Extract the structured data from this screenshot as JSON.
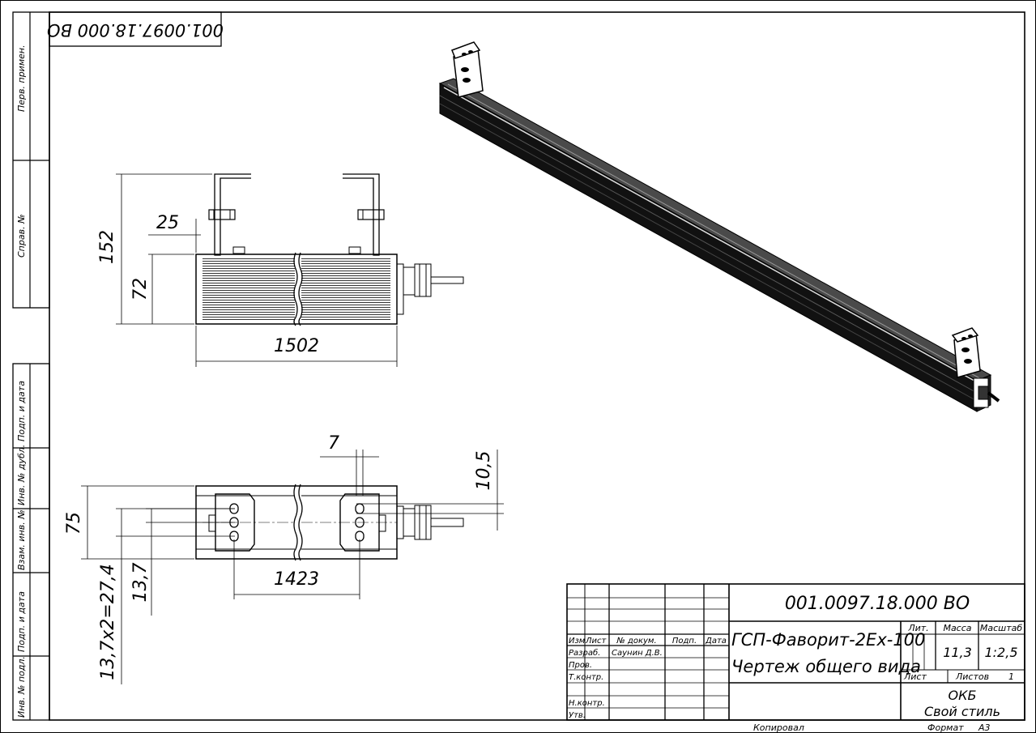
{
  "stamp_top": "001.0097.18.000 ВО",
  "side_labels": {
    "perv_primen": "Перв. примен.",
    "sprav_no": "Справ. №",
    "podp_i_data_1": "Подп. и дата",
    "inv_no_dubl": "Инв. № дубл.",
    "vzam_inv_no": "Взам. инв. №",
    "podp_i_data_2": "Подп. и дата",
    "inv_no_podl": "Инв. № подл."
  },
  "dimensions": {
    "height_total": "152",
    "bracket_offset": "25",
    "body_height": "72",
    "length": "1502",
    "slot_width": "7",
    "slot_offset": "10,5",
    "width": "75",
    "mount_spacing": "1423",
    "hole_pitch": "13,7",
    "hole_pitch_total": "13,7х2=27,4"
  },
  "title_block": {
    "designation": "001.0097.18.000 ВО",
    "product_name": "ГСП-Фаворит-2Ex-100",
    "document_name": "Чертеж общего вида",
    "col_headers": [
      "Изм",
      "Лист",
      "№ докум.",
      "Подп.",
      "Дата"
    ],
    "roles": [
      "Разраб.",
      "Пров.",
      "Т.контр.",
      "Н.контр.",
      "Утв."
    ],
    "developer_name": "Саунин Д.В.",
    "lit_label": "Лит.",
    "mass_label": "Масса",
    "scale_label": "Масштаб",
    "mass_value": "11,3",
    "scale_value": "1:2,5",
    "sheet_label": "Лист",
    "sheets_label": "Листов",
    "sheets_value": "1",
    "org_line1": "ОКБ",
    "org_line2": "Свой стиль",
    "copied_label": "Копировал",
    "format_label": "Формат",
    "format_value": "А3"
  }
}
